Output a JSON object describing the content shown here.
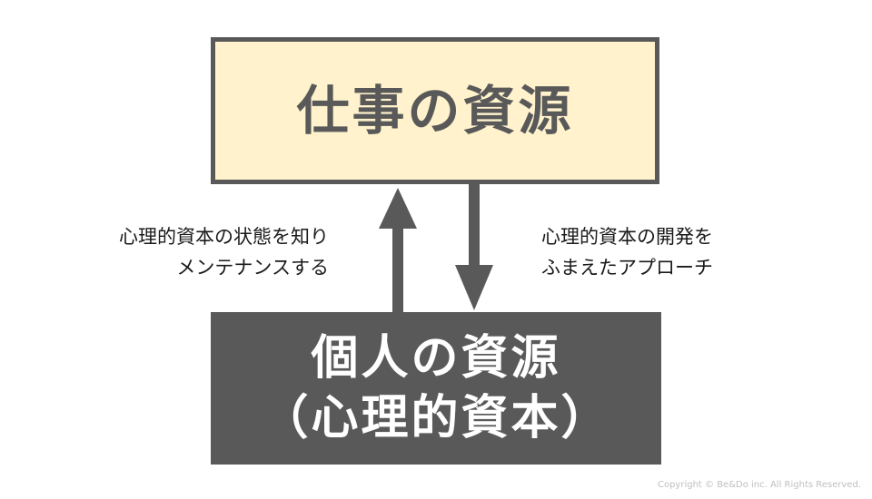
{
  "work_resources": {
    "title": "仕事の資源"
  },
  "personal_resources": {
    "line1": "個人の資源",
    "line2": "（心理的資本）"
  },
  "left_label": {
    "line1": "心理的資本の状態を知り",
    "line2": "メンテナンスする"
  },
  "right_label": {
    "line1": "心理的資本の開発を",
    "line2": "ふまえたアプローチ"
  },
  "copyright": "Copyright © Be&Do inc. All Rights Reserved.",
  "colors": {
    "box_fill_top": "#fff2cc",
    "box_dark": "#595959",
    "text_dark": "#1a1a1a"
  }
}
